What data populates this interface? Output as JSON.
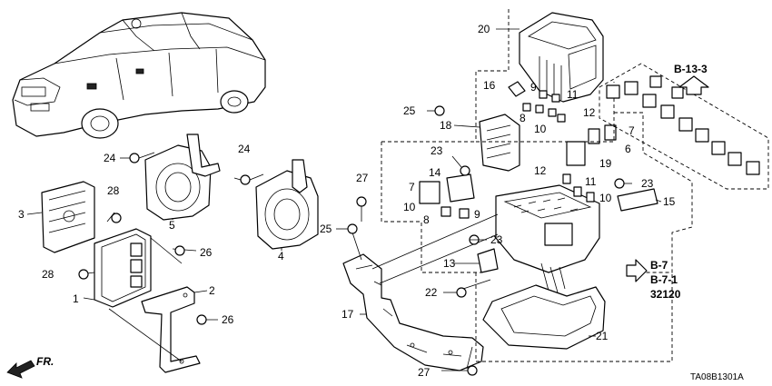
{
  "parts": [
    {
      "id": "p1",
      "label": "1"
    },
    {
      "id": "p2",
      "label": "2"
    },
    {
      "id": "p3",
      "label": "3"
    },
    {
      "id": "p4",
      "label": "4"
    },
    {
      "id": "p5",
      "label": "5"
    },
    {
      "id": "p6",
      "label": "6"
    },
    {
      "id": "p7a",
      "label": "7"
    },
    {
      "id": "p7b",
      "label": "7"
    },
    {
      "id": "p8a",
      "label": "8"
    },
    {
      "id": "p8b",
      "label": "8"
    },
    {
      "id": "p9a",
      "label": "9"
    },
    {
      "id": "p9b",
      "label": "9"
    },
    {
      "id": "p10a",
      "label": "10"
    },
    {
      "id": "p10b",
      "label": "10"
    },
    {
      "id": "p10c",
      "label": "10"
    },
    {
      "id": "p11a",
      "label": "11"
    },
    {
      "id": "p11b",
      "label": "11"
    },
    {
      "id": "p12a",
      "label": "12"
    },
    {
      "id": "p12b",
      "label": "12"
    },
    {
      "id": "p13",
      "label": "13"
    },
    {
      "id": "p14",
      "label": "14"
    },
    {
      "id": "p15",
      "label": "15"
    },
    {
      "id": "p16",
      "label": "16"
    },
    {
      "id": "p17",
      "label": "17"
    },
    {
      "id": "p18",
      "label": "18"
    },
    {
      "id": "p19",
      "label": "19"
    },
    {
      "id": "p20",
      "label": "20"
    },
    {
      "id": "p21",
      "label": "21"
    },
    {
      "id": "p22",
      "label": "22"
    },
    {
      "id": "p23a",
      "label": "23"
    },
    {
      "id": "p23b",
      "label": "23"
    },
    {
      "id": "p23c",
      "label": "23"
    },
    {
      "id": "p24a",
      "label": "24"
    },
    {
      "id": "p24b",
      "label": "24"
    },
    {
      "id": "p25a",
      "label": "25"
    },
    {
      "id": "p25b",
      "label": "25"
    },
    {
      "id": "p26a",
      "label": "26"
    },
    {
      "id": "p26b",
      "label": "26"
    },
    {
      "id": "p27a",
      "label": "27"
    },
    {
      "id": "p27b",
      "label": "27"
    },
    {
      "id": "p28a",
      "label": "28"
    },
    {
      "id": "p28b",
      "label": "28"
    }
  ],
  "refs": {
    "b13_3": "B-13-3",
    "b7": "B-7",
    "b7_1": "B-7-1",
    "n32120": "32120"
  },
  "direction": "FR.",
  "diagram_code": "TA08B1301A"
}
